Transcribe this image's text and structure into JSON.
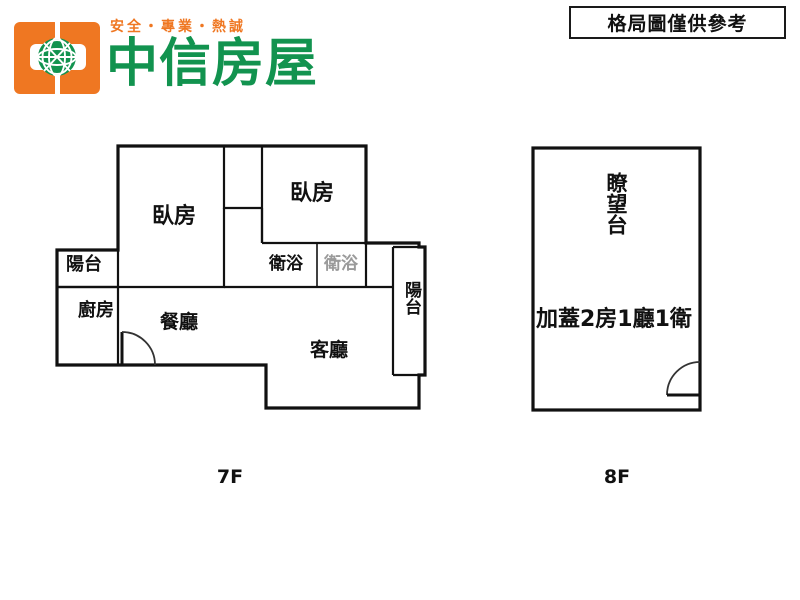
{
  "brand": {
    "tagline": "安全・專業・熱誠",
    "name": "中信房屋",
    "logo_icon": "chinatrust-globe-logo-icon",
    "orange": "#ef7722",
    "green": "#12934f"
  },
  "disclaimer": {
    "text": "格局圖僅供參考"
  },
  "floors": [
    {
      "caption": "7F",
      "rooms": [
        {
          "name": "bedroom-left",
          "label": "臥房",
          "orientation": "horizontal",
          "faded": false
        },
        {
          "name": "bedroom-right",
          "label": "臥房",
          "orientation": "horizontal",
          "faded": false
        },
        {
          "name": "balcony-left",
          "label": "陽台",
          "orientation": "horizontal",
          "faded": false
        },
        {
          "name": "kitchen",
          "label": "廚房",
          "orientation": "horizontal",
          "faded": false
        },
        {
          "name": "dining-room",
          "label": "餐廳",
          "orientation": "horizontal",
          "faded": false
        },
        {
          "name": "bathroom-1",
          "label": "衛浴",
          "orientation": "horizontal",
          "faded": false
        },
        {
          "name": "bathroom-2",
          "label": "衛浴",
          "orientation": "horizontal",
          "faded": true
        },
        {
          "name": "living-room",
          "label": "客廳",
          "orientation": "horizontal",
          "faded": false
        },
        {
          "name": "balcony-right",
          "label": "陽台",
          "orientation": "vertical",
          "faded": false
        }
      ]
    },
    {
      "caption": "8F",
      "rooms": [
        {
          "name": "observation-deck",
          "label": "瞭望台",
          "orientation": "vertical",
          "faded": false
        },
        {
          "name": "addition-note",
          "label": "加蓋2房1廳1衛",
          "orientation": "horizontal",
          "faded": false
        }
      ]
    }
  ]
}
